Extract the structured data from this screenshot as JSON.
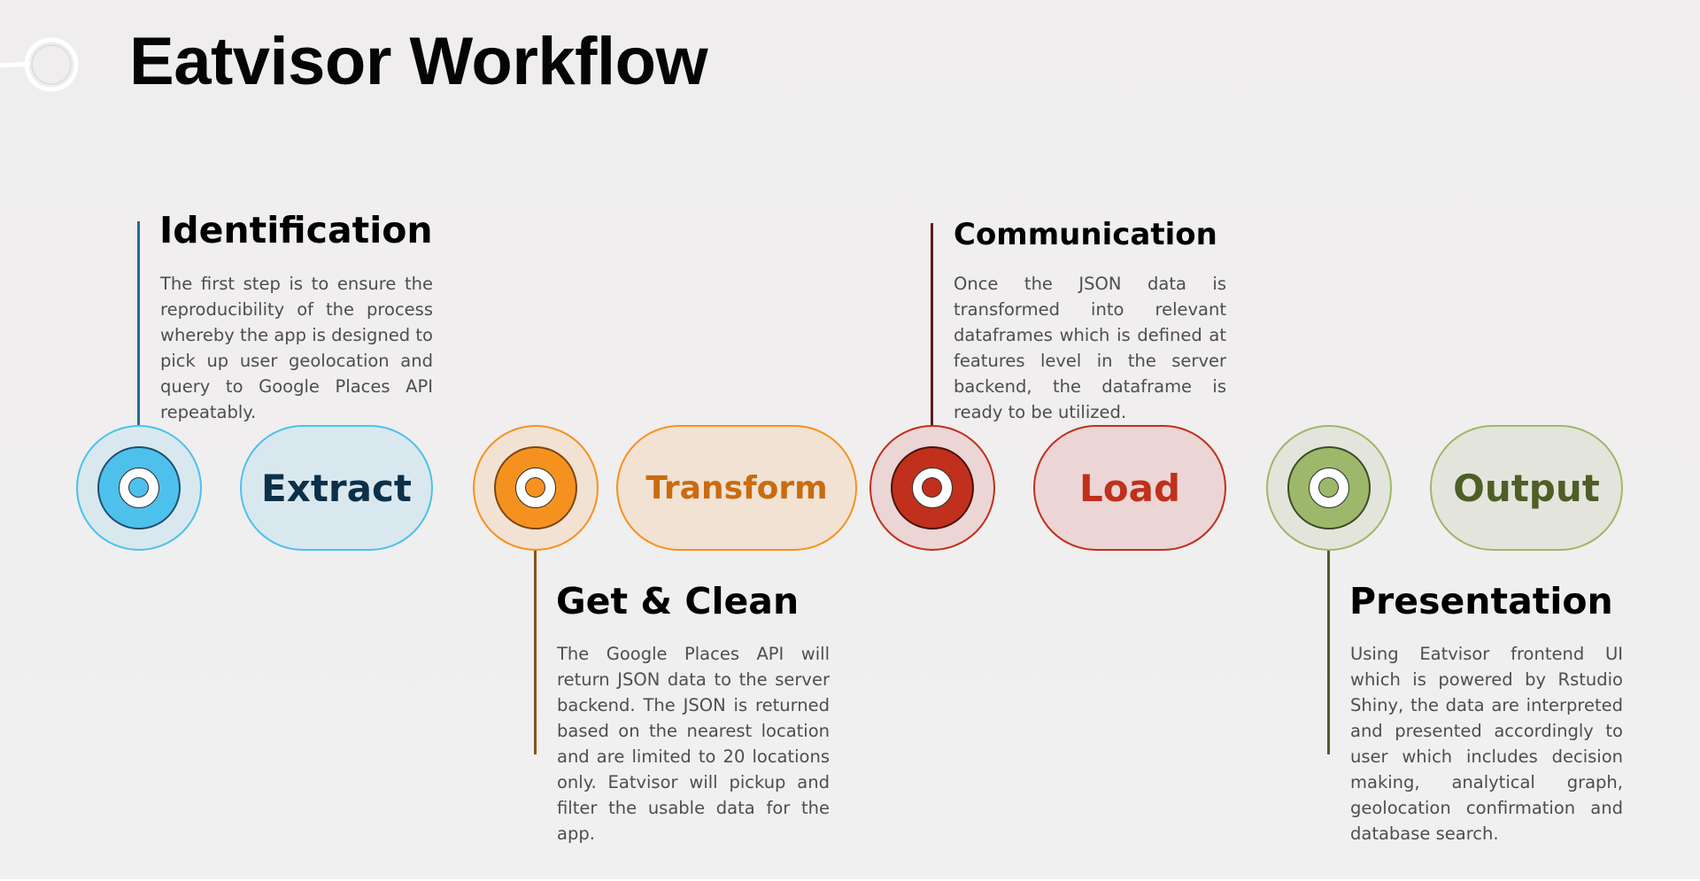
{
  "title": "Eatvisor Workflow",
  "colors": {
    "blue": "#4ec0ec",
    "blue_light": "#d9e8ef",
    "blue_text": "#0d3049",
    "blue_line": "#1f6c93",
    "orange": "#f5921f",
    "orange_light": "#f2e2d3",
    "orange_text": "#c96b10",
    "orange_line": "#8a5318",
    "red": "#c0301c",
    "red_light": "#ebd5d5",
    "red_text": "#c0301c",
    "red_line": "#5e1a1a",
    "green": "#9db86a",
    "green_light": "#e3e5dc",
    "green_text": "#4e5e26",
    "green_line": "#4f5c30"
  },
  "stages": [
    {
      "label": "Extract",
      "icon": "target-icon"
    },
    {
      "label": "Transform",
      "icon": "target-icon"
    },
    {
      "label": "Load",
      "icon": "target-icon"
    },
    {
      "label": "Output",
      "icon": "target-icon"
    }
  ],
  "steps": {
    "identification": {
      "heading": "Identification",
      "text": "The first step is to ensure the reproducibility of the process whereby the app is designed to pick up user geolocation and query to Google Places API repeatably."
    },
    "get_clean": {
      "heading": "Get & Clean",
      "text": "The Google Places API will return JSON data to the server backend. The JSON is returned based on the nearest location and are limited to 20 locations only. Eatvisor will pickup and filter the usable data for the app."
    },
    "communication": {
      "heading": "Communication",
      "text": "Once the JSON data is transformed into relevant dataframes which is defined at features level in the server backend, the dataframe is ready to be utilized."
    },
    "presentation": {
      "heading": "Presentation",
      "text": "Using Eatvisor frontend UI which is powered by Rstudio Shiny, the data are interpreted and presented accordingly to user which includes decision making, analytical graph, geolocation confirmation and database search."
    }
  }
}
